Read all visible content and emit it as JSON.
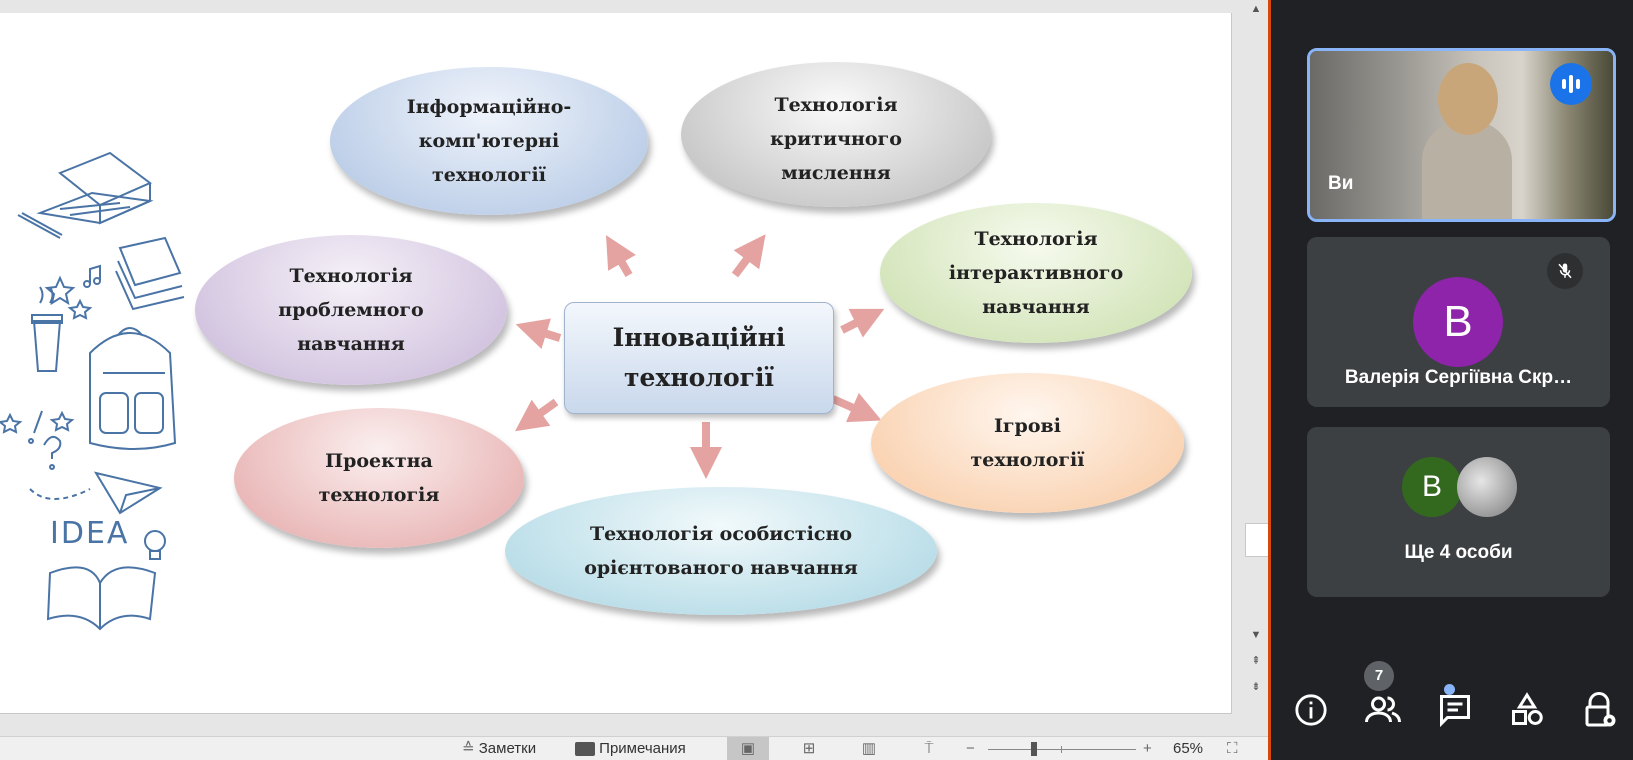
{
  "slide": {
    "center": "Інноваційні\nтехнології",
    "ellipses": [
      {
        "text": "Інформаційно-\nкомп'ютерні\nтехнології"
      },
      {
        "text": "Технологія\nкритичного\nмислення"
      },
      {
        "text": "Технологія\nінтерактивного\nнавчання"
      },
      {
        "text": "Ігрові\nтехнології"
      },
      {
        "text": "Технологія особистісно\nорієнтованого навчання"
      },
      {
        "text": "Проектна\nтехнологія"
      },
      {
        "text": "Технологія\nпроблемного\nнавчання"
      }
    ],
    "doodle_word": "IDEA"
  },
  "statusbar": {
    "notes_label": "Заметки",
    "comments_label": "Примечания",
    "zoom": "65%",
    "zoom_minus": "−",
    "zoom_plus": "+"
  },
  "meet": {
    "tile1_name": "Ви",
    "tile2_initial": "B",
    "tile2_name": "Валерія Сергіївна Скр…",
    "tile3_initial": "B",
    "tile3_name": "Ще 4 особи",
    "people_count": "7"
  },
  "colors": {
    "accent_tile_border": "#8ab4f8",
    "avatar_purple": "#8e24aa",
    "avatar_green": "#33691e",
    "ppt_divider": "#d5480b",
    "arrow": "#e4a3a0"
  }
}
